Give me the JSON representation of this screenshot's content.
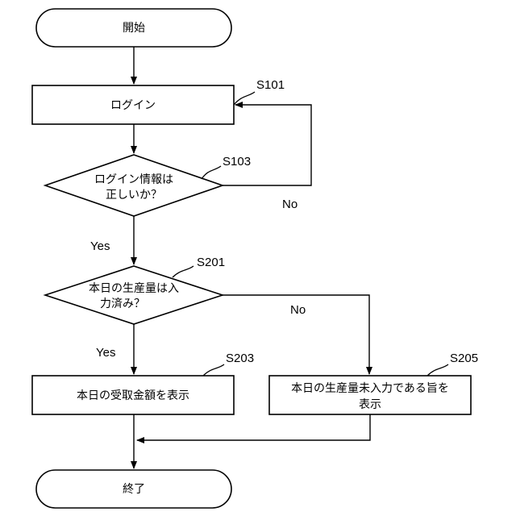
{
  "nodes": {
    "start": {
      "label": "開始"
    },
    "login": {
      "label": "ログイン",
      "step": "S101"
    },
    "check_login": {
      "lines": [
        "ログイン情報は",
        "正しいか？"
      ],
      "step": "S103"
    },
    "check_production": {
      "lines": [
        "本日の生産量は入",
        "力済み？"
      ],
      "step": "S201"
    },
    "show_payment": {
      "label": "本日の受取金額を表示",
      "step": "S203"
    },
    "show_not_entered": {
      "lines": [
        "本日の生産量未入力である旨を",
        "表示"
      ],
      "step": "S205"
    },
    "end": {
      "label": "終了"
    }
  },
  "edge_labels": {
    "login_yes": "Yes",
    "login_no": "No",
    "production_yes": "Yes",
    "production_no": "No"
  }
}
